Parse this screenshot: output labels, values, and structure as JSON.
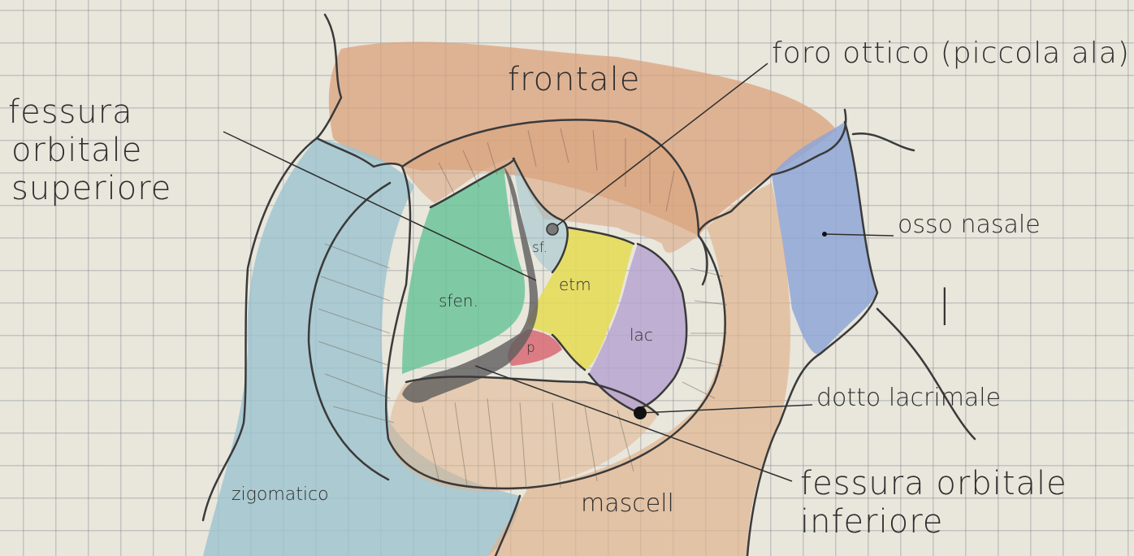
{
  "labels": {
    "frontale": "frontale",
    "foro_ottico": "foro ottico (piccola ala)",
    "fessura_superiore_1": "fessura",
    "fessura_superiore_2": "orbitale",
    "fessura_superiore_3": "superiore",
    "osso_nasale": "osso nasale",
    "dotto_lacrimale": "dotto lacrimale",
    "fessura_inferiore_1": "fessura orbitale",
    "fessura_inferiore_2": "inferiore",
    "zigomatico": "zigomatico",
    "mascella": "mascell",
    "sfenoide": "sfen.",
    "etmoide": "etm",
    "lacrimale": "lac",
    "sfenoide_small": "sf.",
    "palatino": "p"
  },
  "colors": {
    "frontale": "#d9a27c",
    "zigomatico": "#9cc3cf",
    "nasale": "#8fa6d6",
    "mascella": "#e0b48e",
    "sfenoide": "#6cc49a",
    "etmoide": "#e6dc5a",
    "lacrimale": "#b7a4d0",
    "palatino": "#d9707a",
    "fessura": "#5d5d5d"
  }
}
